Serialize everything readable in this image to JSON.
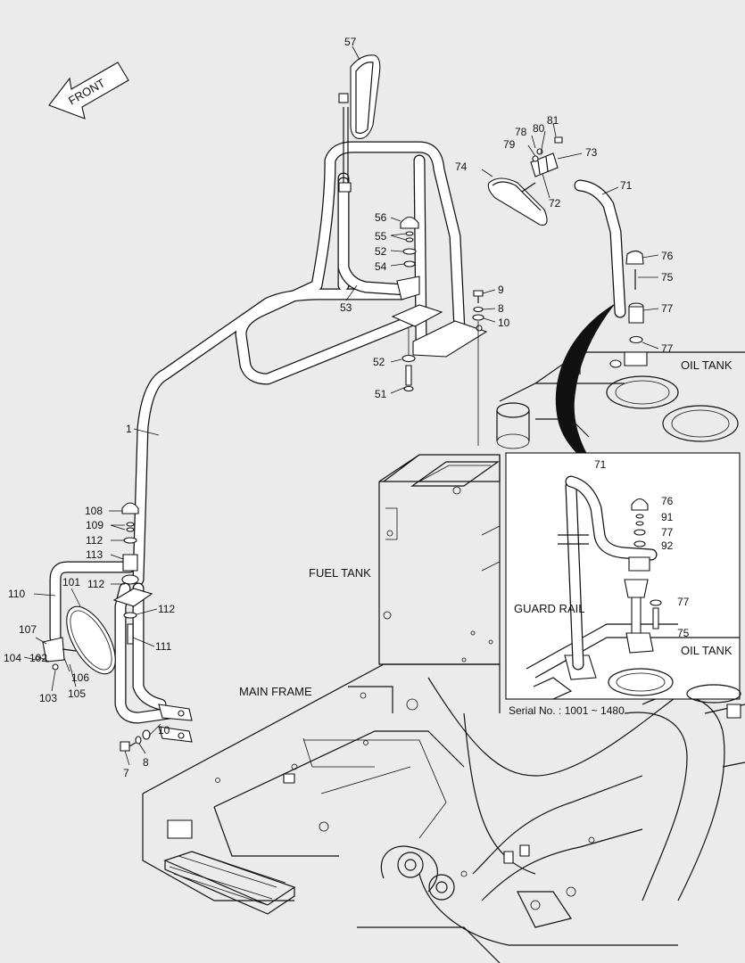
{
  "front_arrow": "FRONT",
  "zones": {
    "oil_tank": "OIL TANK",
    "fuel_tank": "FUEL TANK",
    "main_frame": "MAIN FRAME",
    "guard_rail": "GUARD RAIL",
    "oil_tank_inset": "OIL TANK"
  },
  "serial_note": "Serial No. : 1001 ~ 1480",
  "callouts": {
    "c57": "57",
    "c56": "56",
    "c55": "55",
    "c52a": "52",
    "c54": "54",
    "c53": "53",
    "c9": "9",
    "c8a": "8",
    "c10a": "10",
    "c52b": "52",
    "c51": "51",
    "c1": "1",
    "c78": "78",
    "c80": "80",
    "c81": "81",
    "c79": "79",
    "c73": "73",
    "c74": "74",
    "c72": "72",
    "c71": "71",
    "c76": "76",
    "c75": "75",
    "c77a": "77",
    "c77b": "77",
    "c108": "108",
    "c109": "109",
    "c112a": "112",
    "c113": "113",
    "c110": "110",
    "c101": "101",
    "c112b": "112",
    "c112c": "112",
    "c111": "111",
    "c107": "107",
    "c104": "104",
    "c102": "102",
    "c106": "106",
    "c103": "103",
    "c105": "105",
    "c7": "7",
    "c8b": "8",
    "c10b": "10",
    "i71": "71",
    "i76": "76",
    "i91": "91",
    "i77a": "77",
    "i92": "92",
    "i77b": "77",
    "i75": "75"
  }
}
